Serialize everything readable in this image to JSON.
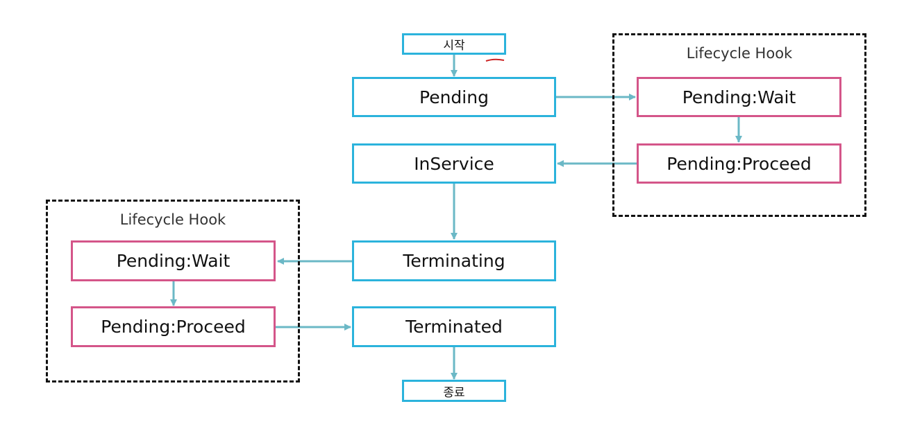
{
  "colors": {
    "state_border": "#2bb3dc",
    "hook_border": "#d45589",
    "arrow": "#6bb8c6",
    "group_border": "#111111"
  },
  "flow": {
    "start": "시작",
    "pending": "Pending",
    "in_service": "InService",
    "terminating": "Terminating",
    "terminated": "Terminated",
    "end": "종료"
  },
  "launch_hook": {
    "title": "Lifecycle Hook",
    "wait": "Pending:Wait",
    "proceed": "Pending:Proceed"
  },
  "terminate_hook": {
    "title": "Lifecycle Hook",
    "wait": "Pending:Wait",
    "proceed": "Pending:Proceed"
  }
}
